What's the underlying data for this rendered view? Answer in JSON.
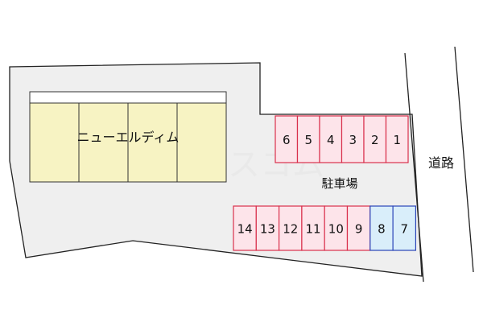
{
  "building": {
    "name": "ニューエルディム"
  },
  "parking": {
    "label": "駐車場",
    "top_row": [
      "6",
      "5",
      "4",
      "3",
      "2",
      "1"
    ],
    "bottom_row": [
      "14",
      "13",
      "12",
      "11",
      "10",
      "9",
      "8",
      "7"
    ],
    "highlighted_spaces": [
      "8",
      "7"
    ]
  },
  "road": {
    "label": "道路"
  },
  "watermark": {
    "text": "ハウスコム"
  },
  "colors": {
    "lot_fill": "#efefef",
    "building_fill": "#f7f3c3",
    "space_fill": "#fde4ea",
    "space_stroke": "#d9304c",
    "highlight_fill": "#d9eefa",
    "highlight_stroke": "#2a44b8"
  }
}
